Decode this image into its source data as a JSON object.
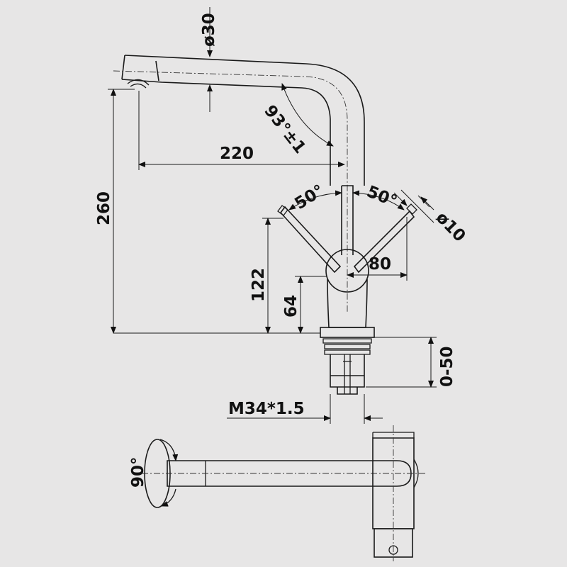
{
  "drawing": {
    "dimensions": {
      "spout_diameter": "ø30",
      "spout_angle": "93°±1",
      "spout_reach": "220",
      "total_height": "260",
      "lever_angle_left": "50°",
      "lever_angle_right": "50°",
      "lever_diameter": "ø10",
      "body_offset": "80",
      "lever_height": "122",
      "body_height": "64",
      "mounting_range": "0-50",
      "thread": "M34*1.5",
      "swivel_angle": "90°"
    }
  }
}
